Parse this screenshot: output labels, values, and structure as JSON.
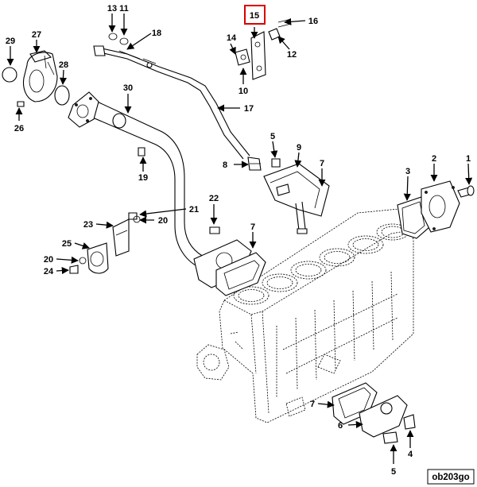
{
  "diagram": {
    "labels": [
      "1",
      "2",
      "3",
      "4",
      "5",
      "5",
      "6",
      "7",
      "7",
      "7",
      "8",
      "9",
      "10",
      "11",
      "12",
      "13",
      "14",
      "15",
      "16",
      "17",
      "18",
      "19",
      "20",
      "20",
      "21",
      "22",
      "23",
      "24",
      "25",
      "26",
      "27",
      "28",
      "29",
      "30"
    ],
    "highlighted_label": "15",
    "highlight_color": "#d90000",
    "figure_code": "ob203go"
  }
}
